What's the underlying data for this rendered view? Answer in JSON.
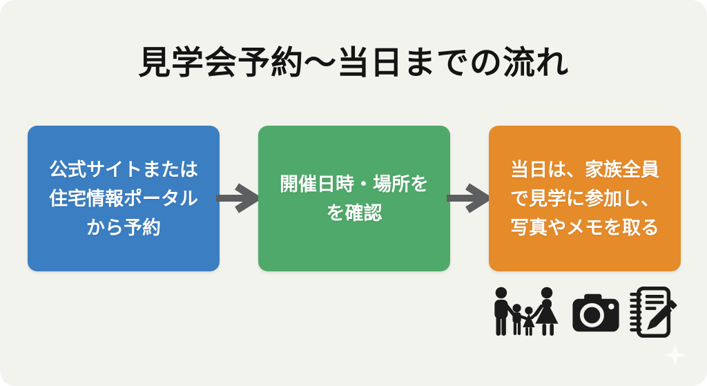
{
  "background": {
    "page": "#ffffff",
    "canvas": "#f3f3ee"
  },
  "title": {
    "text": "見学会予約～当日までの流れ",
    "color": "#141414"
  },
  "steps": [
    {
      "id": "reserve",
      "color": "#3b7ec2",
      "lines": [
        "公式サイトまたは",
        "住宅情報ポータル",
        "から予約"
      ]
    },
    {
      "id": "confirm",
      "color": "#4fa96a",
      "lines": [
        "開催日時・場所を",
        "を確認"
      ]
    },
    {
      "id": "visit",
      "color": "#e68b2a",
      "lines": [
        "当日は、家族全員",
        "で見学に参加し、",
        "写真やメモを取る"
      ]
    }
  ],
  "arrow": {
    "color": "#5d5e60"
  },
  "icons": [
    {
      "name": "family-icon"
    },
    {
      "name": "camera-icon"
    },
    {
      "name": "notebook-pencil-icon"
    }
  ],
  "icon_color": "#1b1b1b",
  "decoration": {
    "sparkle_color": "#fbfbf8"
  }
}
